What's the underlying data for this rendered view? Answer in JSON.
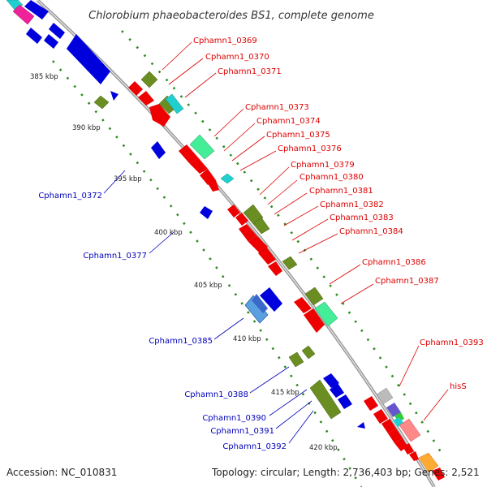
{
  "title": "Chlorobium phaeobacteroides BS1, complete genome",
  "accession": "Accession: NC_010831",
  "summary": "Topology: circular; Length: 2,736,403 bp; Genes: 2,521",
  "colors": {
    "backbone": "#999999",
    "tick": "#2e8b20",
    "forward_label": "#dd0000",
    "reverse_label": "#0000bb",
    "red": "#ee0000",
    "blue": "#0000dd",
    "olive": "#6b8e23",
    "teal": "#20d0d0",
    "mint": "#44ee99",
    "magenta": "#ee2299",
    "pink": "#ff8888",
    "grey": "#bbbbbb",
    "purple": "#6655cc",
    "orange": "#ffaa33"
  },
  "scale": {
    "unit": "kbp",
    "ticks": [
      {
        "label": "385 kbp",
        "kbp": 385
      },
      {
        "label": "390 kbp",
        "kbp": 390
      },
      {
        "label": "395 kbp",
        "kbp": 395
      },
      {
        "label": "400 kbp",
        "kbp": 400
      },
      {
        "label": "405 kbp",
        "kbp": 405
      },
      {
        "label": "410 kbp",
        "kbp": 410
      },
      {
        "label": "415 kbp",
        "kbp": 415
      },
      {
        "label": "420 kbp",
        "kbp": 420
      }
    ]
  },
  "forward_labels": [
    "Cphamn1_0369",
    "Cphamn1_0370",
    "Cphamn1_0371",
    "Cphamn1_0373",
    "Cphamn1_0374",
    "Cphamn1_0375",
    "Cphamn1_0376",
    "Cphamn1_0379",
    "Cphamn1_0380",
    "Cphamn1_0381",
    "Cphamn1_0382",
    "Cphamn1_0383",
    "Cphamn1_0384",
    "Cphamn1_0386",
    "Cphamn1_0387",
    "Cphamn1_0393",
    "hisS"
  ],
  "reverse_labels": [
    "Cphamn1_0372",
    "Cphamn1_0377",
    "Cphamn1_0385",
    "Cphamn1_0388",
    "Cphamn1_0390",
    "Cphamn1_0391",
    "Cphamn1_0392"
  ]
}
